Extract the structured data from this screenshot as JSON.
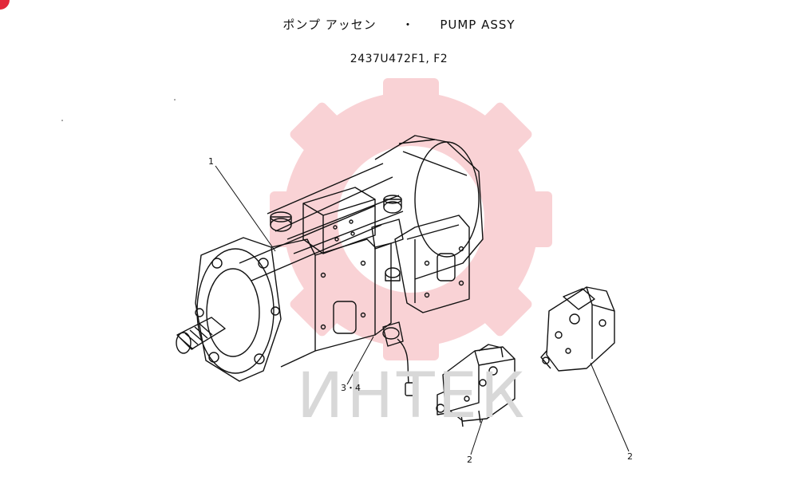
{
  "header": {
    "title_jp": "ポンプ アッセン",
    "separator": "・",
    "title_en": "PUMP ASSY",
    "part_number": "2437U472F1, F2"
  },
  "callouts": {
    "pump_main": "1",
    "sensor": "3・4",
    "regulator_left": "2",
    "regulator_right": "2"
  },
  "watermark": {
    "text": "ИНТЕК",
    "color": "#e63946"
  }
}
